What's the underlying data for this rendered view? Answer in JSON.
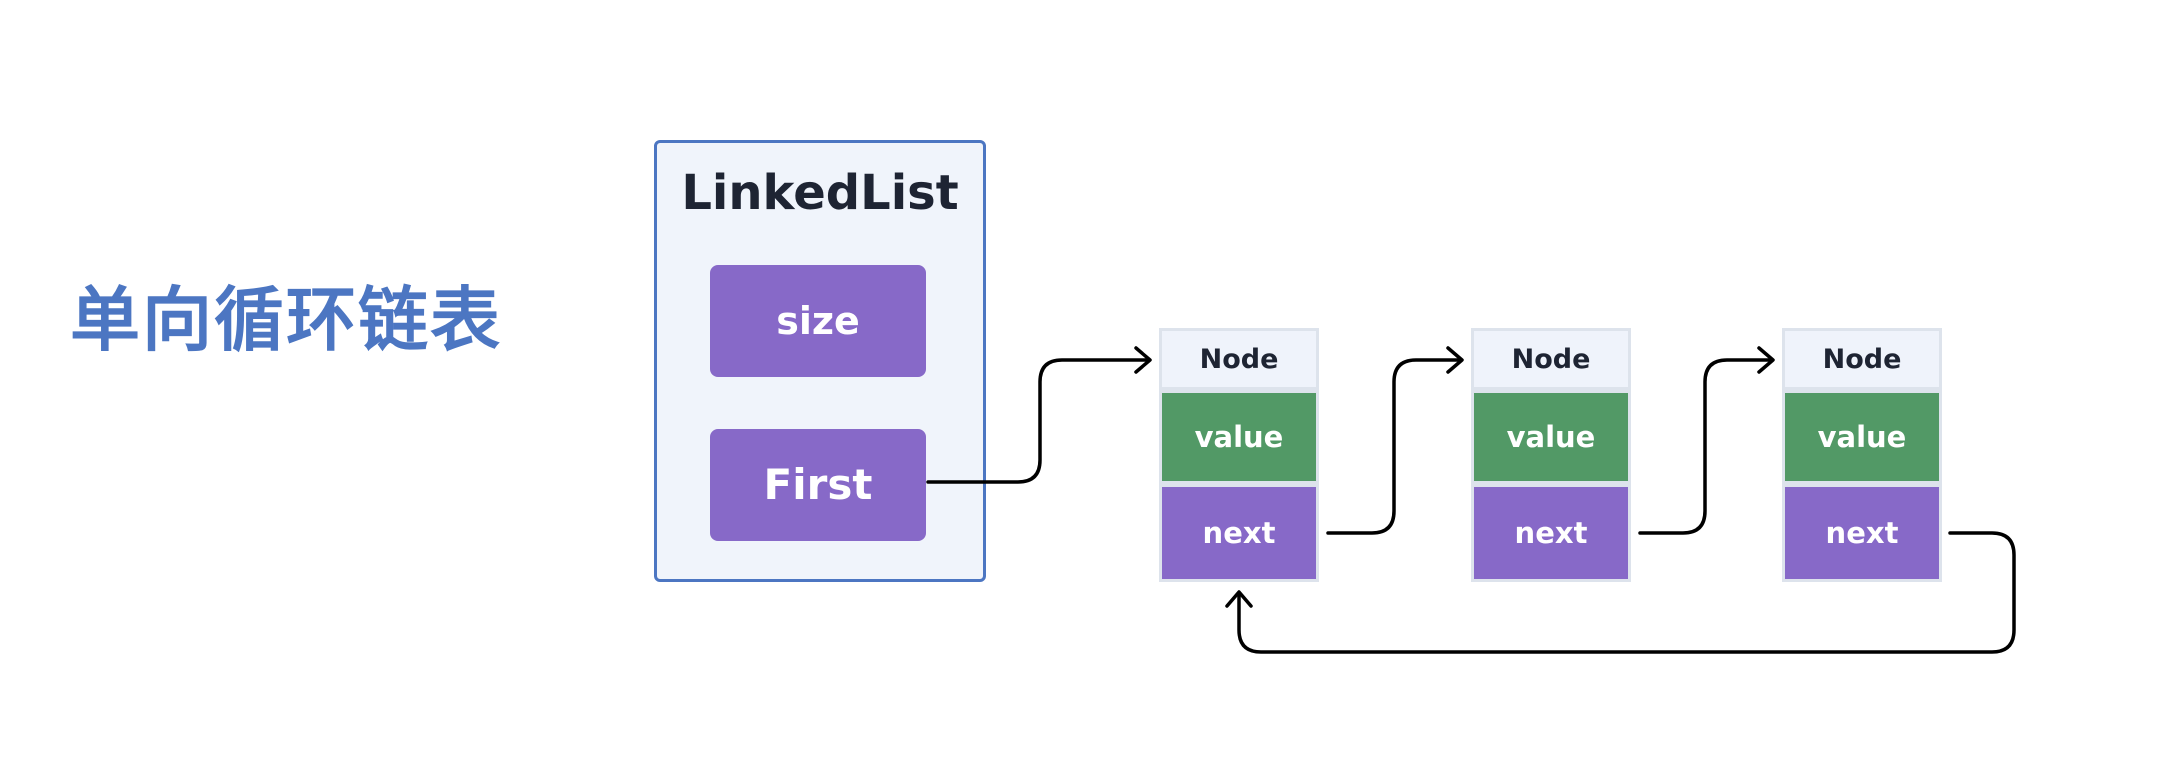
{
  "title": "单向循环链表",
  "linked_list": {
    "label": "LinkedList",
    "fields": [
      "size",
      "First"
    ]
  },
  "nodes": [
    {
      "header": "Node",
      "value": "value",
      "next": "next"
    },
    {
      "header": "Node",
      "value": "value",
      "next": "next"
    },
    {
      "header": "Node",
      "value": "value",
      "next": "next"
    }
  ],
  "colors": {
    "title": "#4c76c2",
    "field": "#8769c8",
    "value": "#529966",
    "header": "#eff3fb",
    "border": "#dde3ec",
    "arrow": "#000000"
  }
}
